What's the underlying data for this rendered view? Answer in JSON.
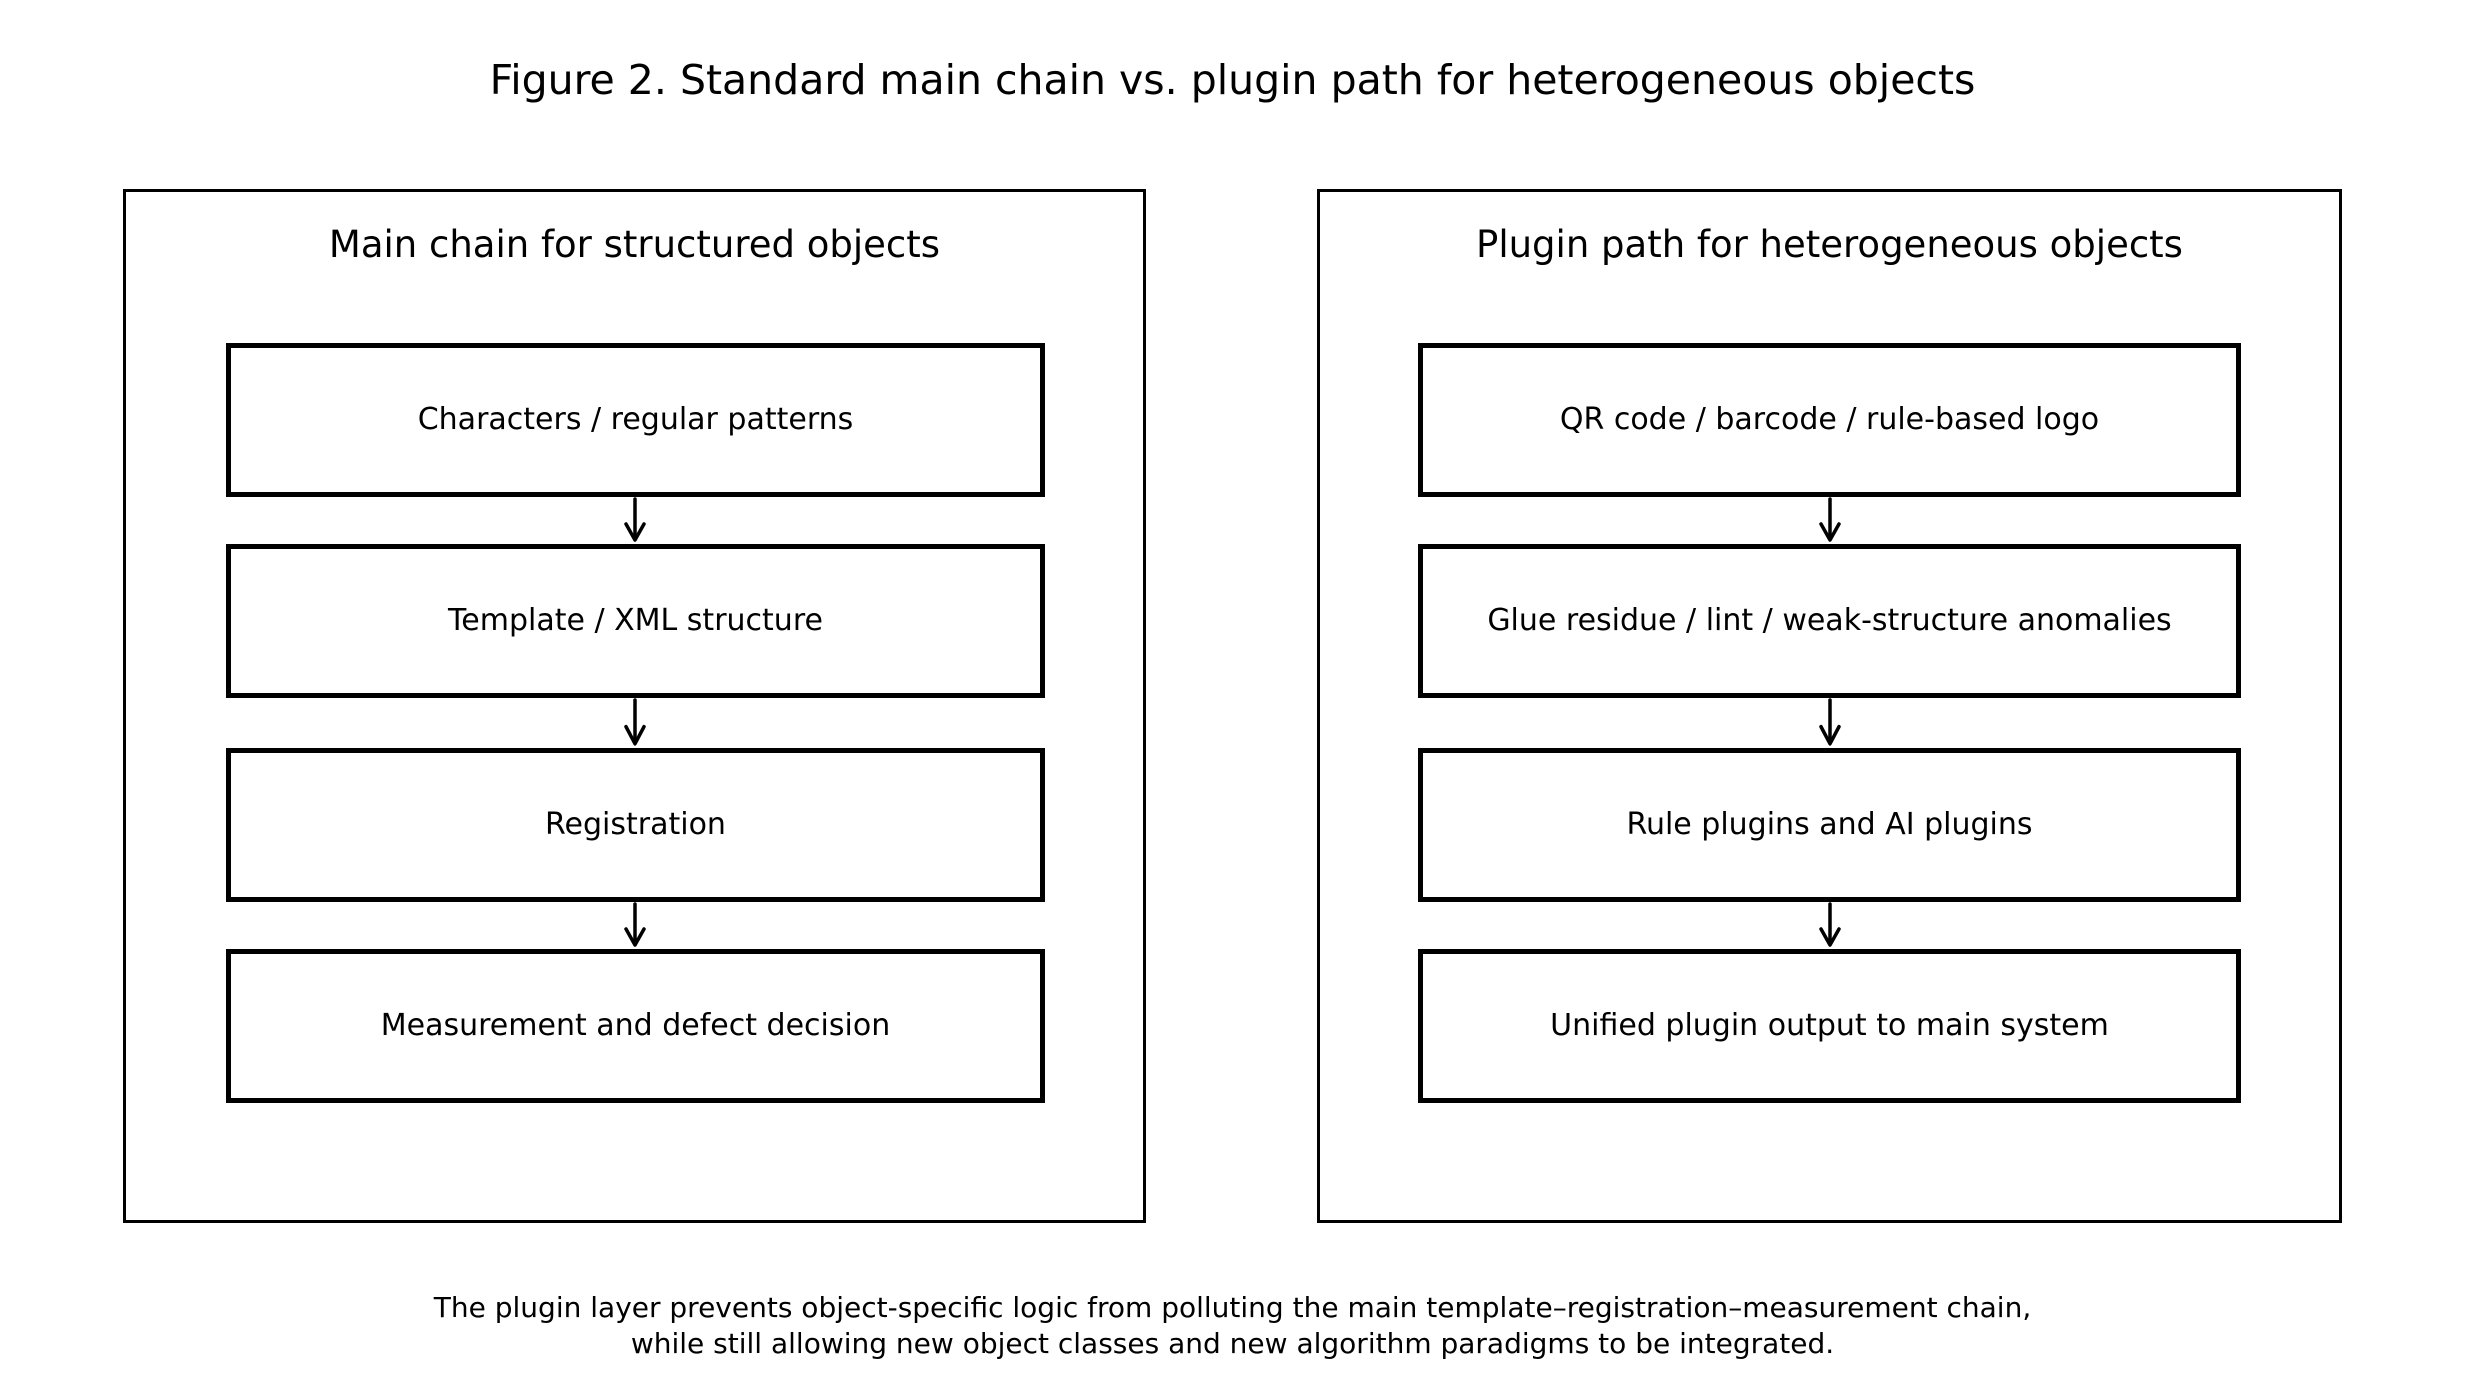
{
  "figure": {
    "title": "Figure 2. Standard main chain vs. plugin path for heterogeneous objects",
    "caption_lines": [
      "The plugin layer prevents object-specific logic from polluting the main template–registration–measurement chain,",
      "while still allowing new object classes and new algorithm paradigms to be integrated."
    ]
  },
  "colors": {
    "background": "#ffffff",
    "line": "#000000",
    "text": "#000000"
  },
  "icons": {
    "down_arrow_icon": "↓"
  },
  "panels": [
    {
      "title": "Main chain for structured objects",
      "boxes": [
        "Characters / regular patterns",
        "Template / XML structure",
        "Registration",
        "Measurement and defect decision"
      ]
    },
    {
      "title": "Plugin path for heterogeneous objects",
      "boxes": [
        "QR code / barcode / rule-based logo",
        "Glue residue / lint / weak-structure anomalies",
        "Rule plugins and AI plugins",
        "Unified plugin output to main system"
      ]
    }
  ]
}
